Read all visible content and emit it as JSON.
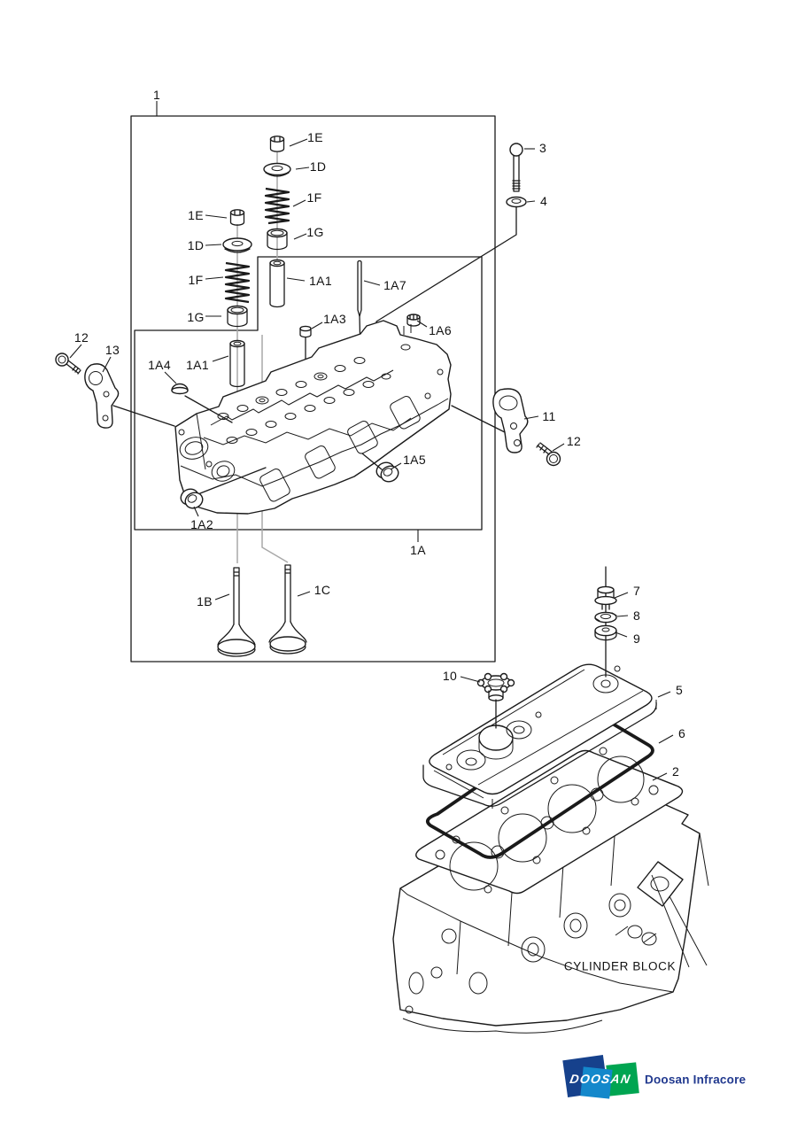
{
  "page": {
    "background": "#ffffff",
    "line_color": "#1a1a1a"
  },
  "diagram": {
    "title_hint": "Cylinder head exploded parts view",
    "callouts": [
      {
        "label": "1"
      },
      {
        "label": "1E"
      },
      {
        "label": "1D"
      },
      {
        "label": "1F"
      },
      {
        "label": "1G"
      },
      {
        "label": "1E"
      },
      {
        "label": "1D"
      },
      {
        "label": "1F"
      },
      {
        "label": "1G"
      },
      {
        "label": "1A1"
      },
      {
        "label": "1A7"
      },
      {
        "label": "1A3"
      },
      {
        "label": "1A6"
      },
      {
        "label": "1A1"
      },
      {
        "label": "1A4"
      },
      {
        "label": "12"
      },
      {
        "label": "13"
      },
      {
        "label": "11"
      },
      {
        "label": "12"
      },
      {
        "label": "1A2"
      },
      {
        "label": "1A5"
      },
      {
        "label": "1A"
      },
      {
        "label": "1B"
      },
      {
        "label": "1C"
      },
      {
        "label": "3"
      },
      {
        "label": "4"
      },
      {
        "label": "7"
      },
      {
        "label": "8"
      },
      {
        "label": "9"
      },
      {
        "label": "10"
      },
      {
        "label": "5"
      },
      {
        "label": "6"
      },
      {
        "label": "2"
      }
    ],
    "block_label": "CYLINDER BLOCK"
  },
  "footer": {
    "logo_text": "DOOSAN",
    "company_name": "Doosan Infracore",
    "colors": {
      "navy": "#16418c",
      "blue": "#1488cb",
      "green": "#00a551",
      "text": "#223a8f"
    }
  }
}
